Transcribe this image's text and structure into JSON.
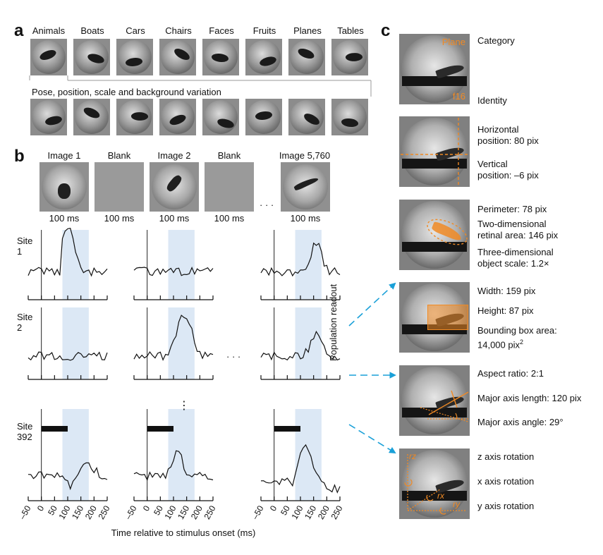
{
  "panel_a": {
    "letter": "a",
    "categories": [
      "Animals",
      "Boats",
      "Cars",
      "Chairs",
      "Faces",
      "Fruits",
      "Planes",
      "Tables"
    ],
    "variation_caption": "Pose, position, scale and background variation"
  },
  "panel_b": {
    "letter": "b",
    "stimuli": [
      {
        "label": "Image 1",
        "duration": "100 ms"
      },
      {
        "label": "Blank",
        "duration": "100 ms"
      },
      {
        "label": "Image 2",
        "duration": "100 ms"
      },
      {
        "label": "Blank",
        "duration": "100 ms"
      },
      {
        "label": "Image 5,760",
        "duration": "100 ms"
      }
    ],
    "ellipsis": "· · ·",
    "sites": [
      {
        "line1": "Site",
        "line2": "1"
      },
      {
        "line1": "Site",
        "line2": "2"
      },
      {
        "line1": "Site",
        "line2": "392"
      }
    ],
    "column_ellipsis": "· · ·",
    "vertical_ellipsis": "⋮",
    "x_tick_labels": [
      "–50",
      "0",
      "50",
      "100",
      "150",
      "200",
      "250"
    ],
    "x_axis_label": "Time relative to stimulus onset (ms)",
    "readout_label": "Population readout"
  },
  "panel_c": {
    "letter": "c",
    "overlay_category": "Plane",
    "overlay_identity": "f16",
    "rows": [
      {
        "lines": [
          "Category",
          "Identity"
        ]
      },
      {
        "lines": [
          "Horizontal",
          "position: 80 pix",
          "Vertical",
          "position: –6 pix"
        ]
      },
      {
        "lines": [
          "Perimeter: 78 pix",
          "Two-dimensional",
          "retinal area: 146 pix",
          "Three-dimensional",
          "object scale: 1.2×"
        ]
      },
      {
        "lines": [
          "Width: 159 pix",
          "Height: 87 pix",
          "Bounding box area:",
          "14,000 pix"
        ],
        "superscript": "2"
      },
      {
        "lines": [
          "Aspect ratio: 2:1",
          "Major axis length: 120 pix",
          "Major axis angle:  29°"
        ]
      },
      {
        "lines": [
          "z axis rotation",
          "x axis rotation",
          "y axis rotation"
        ]
      }
    ],
    "rotation_labels": {
      "rz": "rz",
      "rx": "rx",
      "ry": "ry"
    }
  },
  "colors": {
    "accent_orange": "#f08a24",
    "arrow_blue": "#1aa0d8",
    "shade_blue": "#dce8f5"
  }
}
